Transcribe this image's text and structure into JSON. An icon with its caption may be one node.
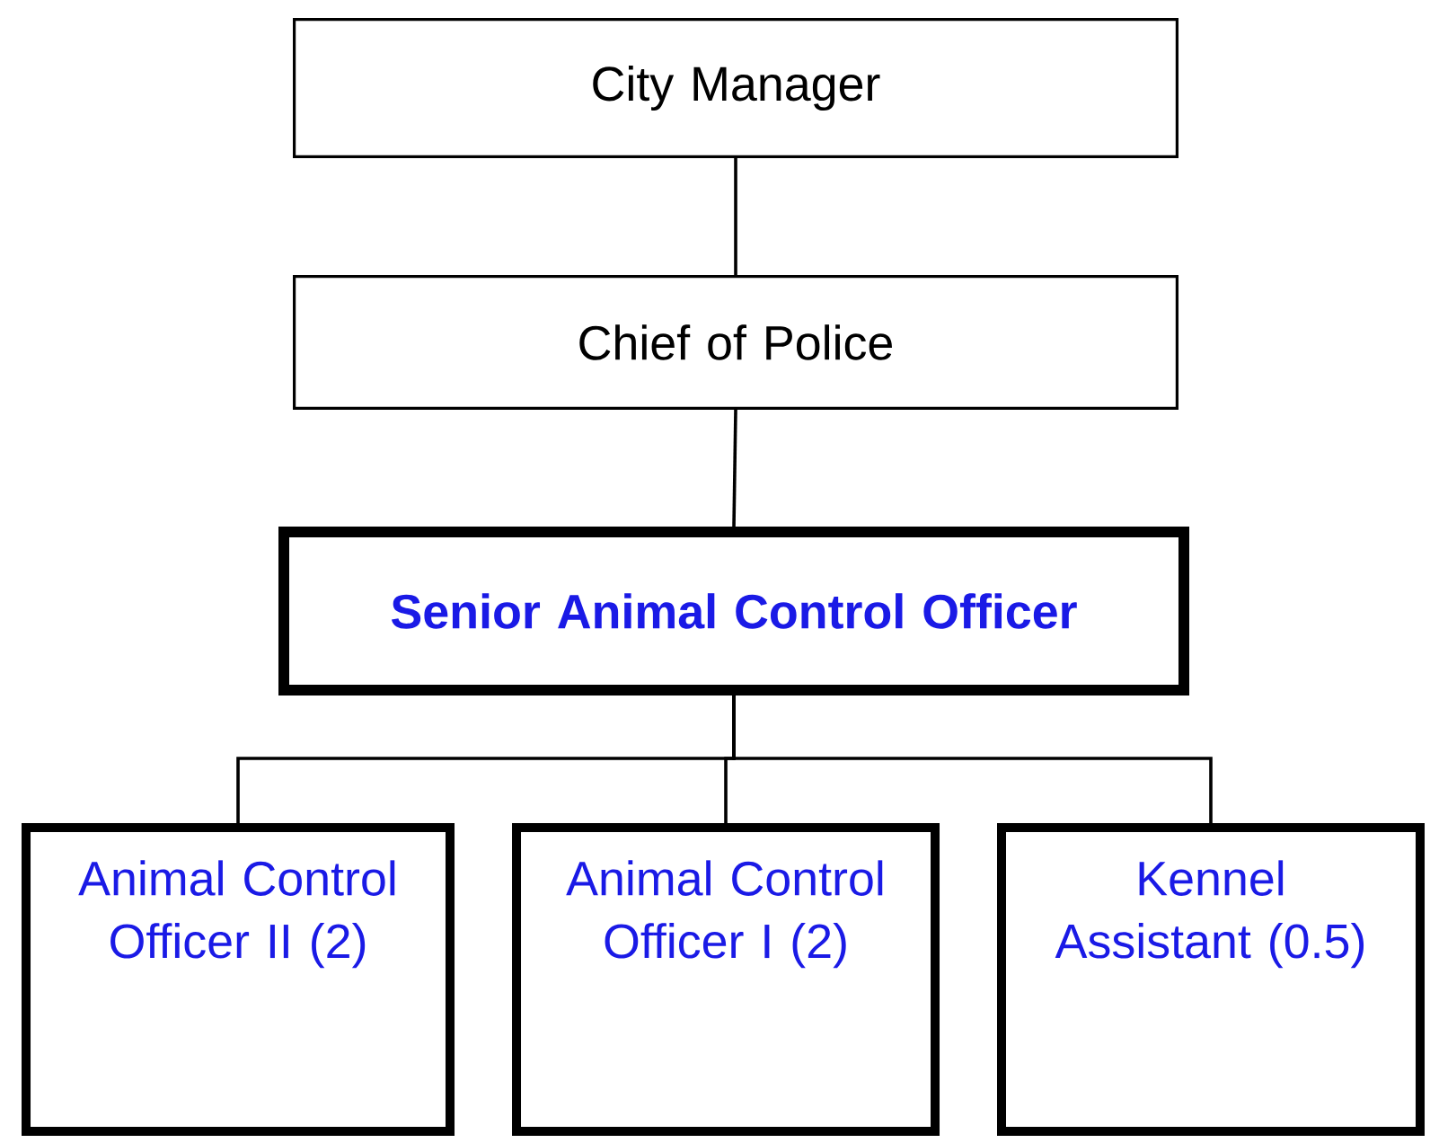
{
  "diagram": {
    "nodes": [
      {
        "text": [
          "City Manager"
        ]
      },
      {
        "text": [
          "Chief of Police"
        ]
      },
      {
        "text": [
          "Senior Animal Control Officer"
        ]
      },
      {
        "text": [
          "Animal Control Officer II (2)"
        ]
      },
      {
        "text": [
          "Animal Control Officer I (2)"
        ]
      },
      {
        "text": [
          "Kennel Assistant (0.5)"
        ]
      }
    ],
    "edges": [
      {
        "from": 0,
        "to": 1,
        "arrow": "none"
      },
      {
        "from": 1,
        "to": 2,
        "arrow": "none"
      },
      {
        "from": 2,
        "to": 3,
        "arrow": "none"
      },
      {
        "from": 2,
        "to": 4,
        "arrow": "none"
      },
      {
        "from": 2,
        "to": 5,
        "arrow": "none"
      }
    ]
  }
}
